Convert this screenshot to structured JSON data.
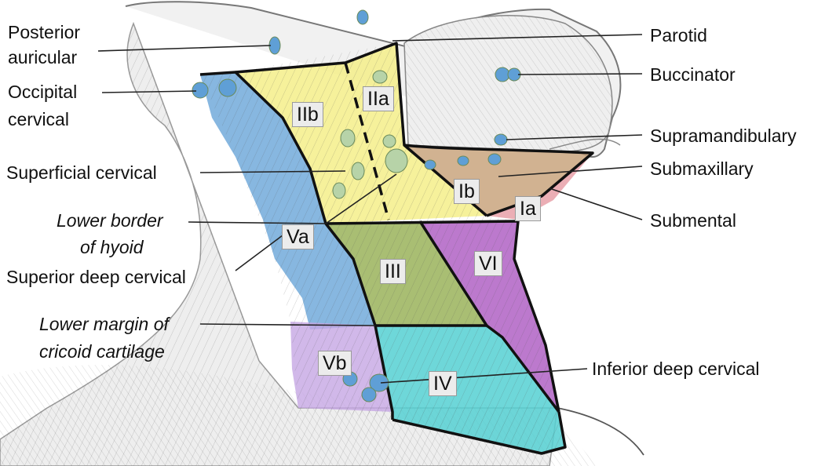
{
  "colors": {
    "level_I": "#c9a57e",
    "level_Ia": "#e7a0a8",
    "level_II": "#f5ef8a",
    "level_III": "#9ab35a",
    "level_IV": "#55d0d2",
    "level_V": "#5f9fd6",
    "level_Vb": "#c5a6e3",
    "level_VI": "#b062c4",
    "node": "#b7d3a8",
    "lymph_vessel": "#3ea0d8"
  },
  "level_labels": {
    "ia": "Ia",
    "ib": "Ib",
    "iia": "IIa",
    "iib": "IIb",
    "iii": "III",
    "iv": "IV",
    "va": "Va",
    "vb": "Vb",
    "vi": "VI"
  },
  "left_labels": {
    "posterior_auricular": [
      "Posterior",
      "auricular"
    ],
    "occipital_cervical": [
      "Occipital",
      "cervical"
    ],
    "superficial_cervical": "Superficial cervical",
    "lower_border_hyoid": [
      "Lower border",
      "of hyoid"
    ],
    "superior_deep_cervical": "Superior deep cervical",
    "lower_margin_cricoid": [
      "Lower margin of",
      "cricoid cartilage"
    ]
  },
  "right_labels": {
    "parotid": "Parotid",
    "buccinator": "Buccinator",
    "supramandibulary": "Supramandibulary",
    "submaxillary": "Submaxillary",
    "submental": "Submental",
    "inferior_deep_cervical": "Inferior deep cervical"
  }
}
